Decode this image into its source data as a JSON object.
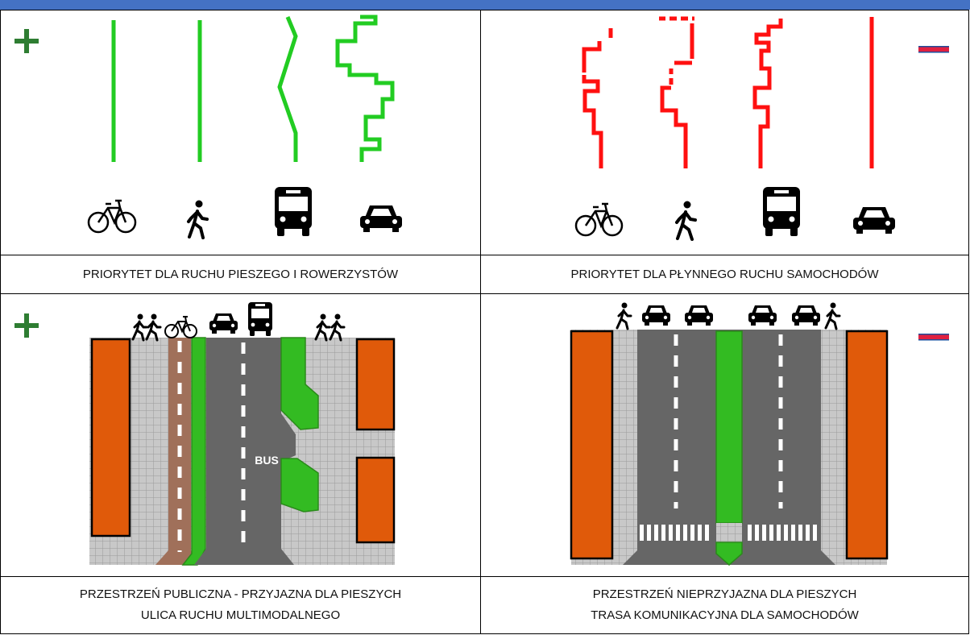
{
  "captions": {
    "top_left": "PRIORYTET DLA RUCHU PIESZEGO I ROWERZYSTÓW",
    "top_right": "PRIORYTET DLA PŁYNNEGO RUCHU SAMOCHODÓW",
    "bottom_left_line1": "PRZESTRZEŃ PUBLICZNA - PRZYJAZNA DLA PIESZYCH",
    "bottom_left_line2": "ULICA RUCHU MULTIMODALNEGO",
    "bottom_right_line1": "PRZESTRZEŃ NIEPRZYJAZNA DLA PIESZYCH",
    "bottom_right_line2": "TRASA KOMUNIKACYJNA DLA SAMOCHODÓW"
  },
  "labels": {
    "bus_lane": "BUS"
  },
  "signs": {
    "plus": "+",
    "minus": "−"
  },
  "colors": {
    "header_bar": "#4472c4",
    "positive_line": "#22cc22",
    "negative_line": "#ff1010",
    "plus_sign": "#2e7d32",
    "minus_sign": "#e02040",
    "building": "#e05a0a",
    "road": "#666666",
    "pavement": "#c8c8c8",
    "bike_lane": "#a0705a",
    "greenery": "#33bb22"
  },
  "icons": [
    "bicycle-icon",
    "pedestrian-icon",
    "bus-icon",
    "car-icon"
  ]
}
